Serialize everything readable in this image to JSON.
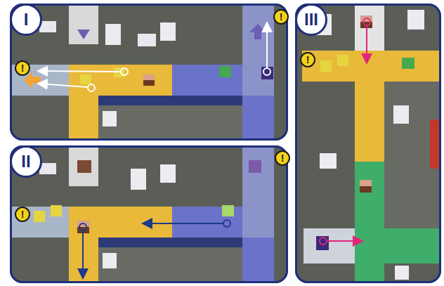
{
  "diagram": {
    "nodes": [
      {
        "text": [
          "I"
        ]
      },
      {
        "text": [
          "!"
        ],
        "in": 0
      },
      {
        "text": [
          "!"
        ],
        "in": 0
      },
      {
        "text": [
          "II"
        ]
      },
      {
        "text": [
          "!"
        ],
        "in": 3
      },
      {
        "text": [
          "!"
        ],
        "in": 3
      },
      {
        "text": [
          "III"
        ]
      },
      {
        "text": [
          "!"
        ],
        "in": 6
      }
    ]
  }
}
